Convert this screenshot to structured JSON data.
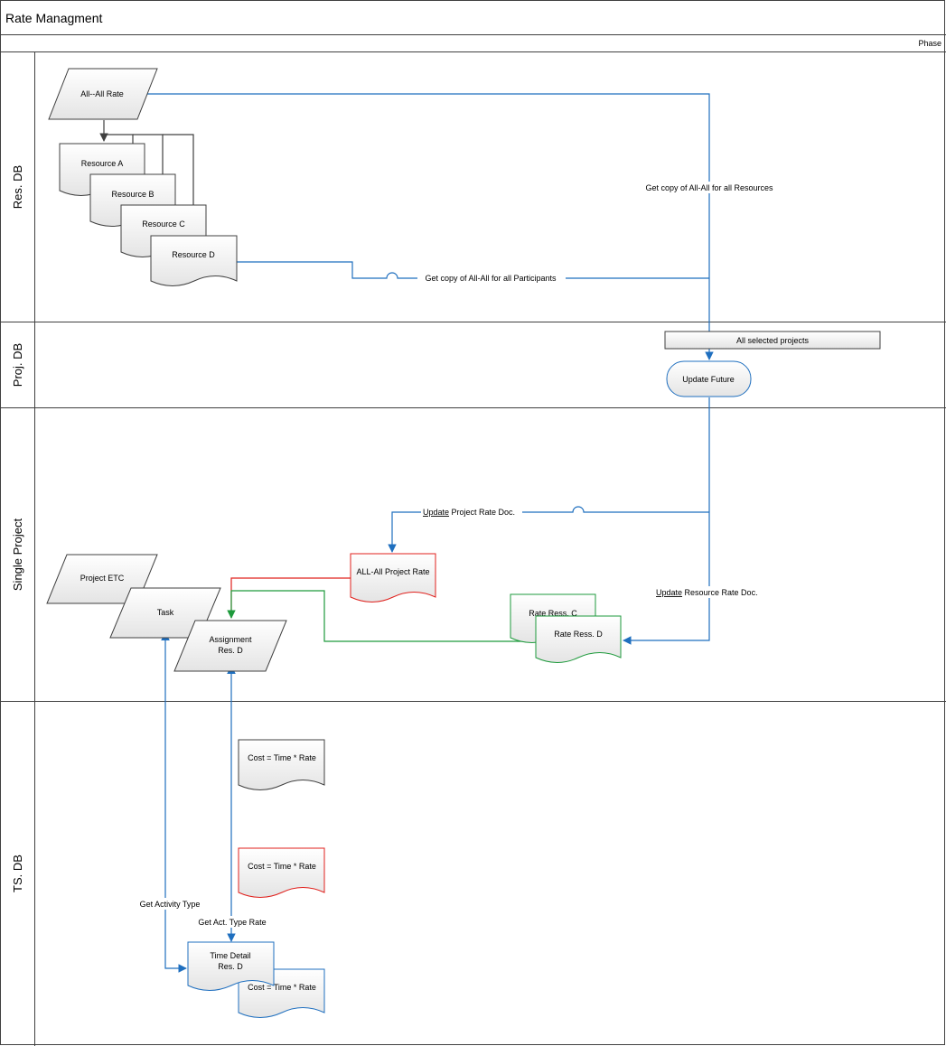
{
  "diagram": {
    "title": "Rate Managment",
    "phase_label": "Phase",
    "lanes": [
      {
        "label": "Res. DB"
      },
      {
        "label": "Proj. DB"
      },
      {
        "label": "Single Project"
      },
      {
        "label": "TS. DB"
      }
    ],
    "shapes": {
      "all_all_rate": "All--All Rate",
      "resource_a": "Resource A",
      "resource_b": "Resource B",
      "resource_c": "Resource C",
      "resource_d": "Resource D",
      "all_selected_projects": "All selected projects",
      "update_future": "Update Future",
      "all_all_project_rate": "ALL-All Project Rate",
      "project_etc": "Project ETC",
      "task": "Task",
      "assignment_line1": "Assignment",
      "assignment_line2": "Res. D",
      "rate_ress_c": "Rate Ress. C",
      "rate_ress_d": "Rate Ress. D",
      "cost_1": "Cost = Time * Rate",
      "cost_2": "Cost = Time * Rate",
      "cost_3": "Cost = Time * Rate",
      "time_detail_line1": "Time Detail",
      "time_detail_line2": "Res. D"
    },
    "connector_labels": {
      "get_copy_resources": "Get copy of All-All for all Resources",
      "get_copy_participants": "Get copy of All-All for all Participants",
      "update_prefix": "Update",
      "project_rate_doc": " Project Rate Doc.",
      "resource_rate_doc": " Resource Rate Doc.",
      "get_activity_type": "Get Activity Type",
      "get_act_type_rate": "Get Act. Type Rate"
    },
    "colors": {
      "blue": "#1f6fbf",
      "red": "#e0201c",
      "green": "#1e9a3c",
      "border": "#404040",
      "shape_fill_top": "#ffffff",
      "shape_fill_bottom": "#e6e6e6"
    }
  }
}
